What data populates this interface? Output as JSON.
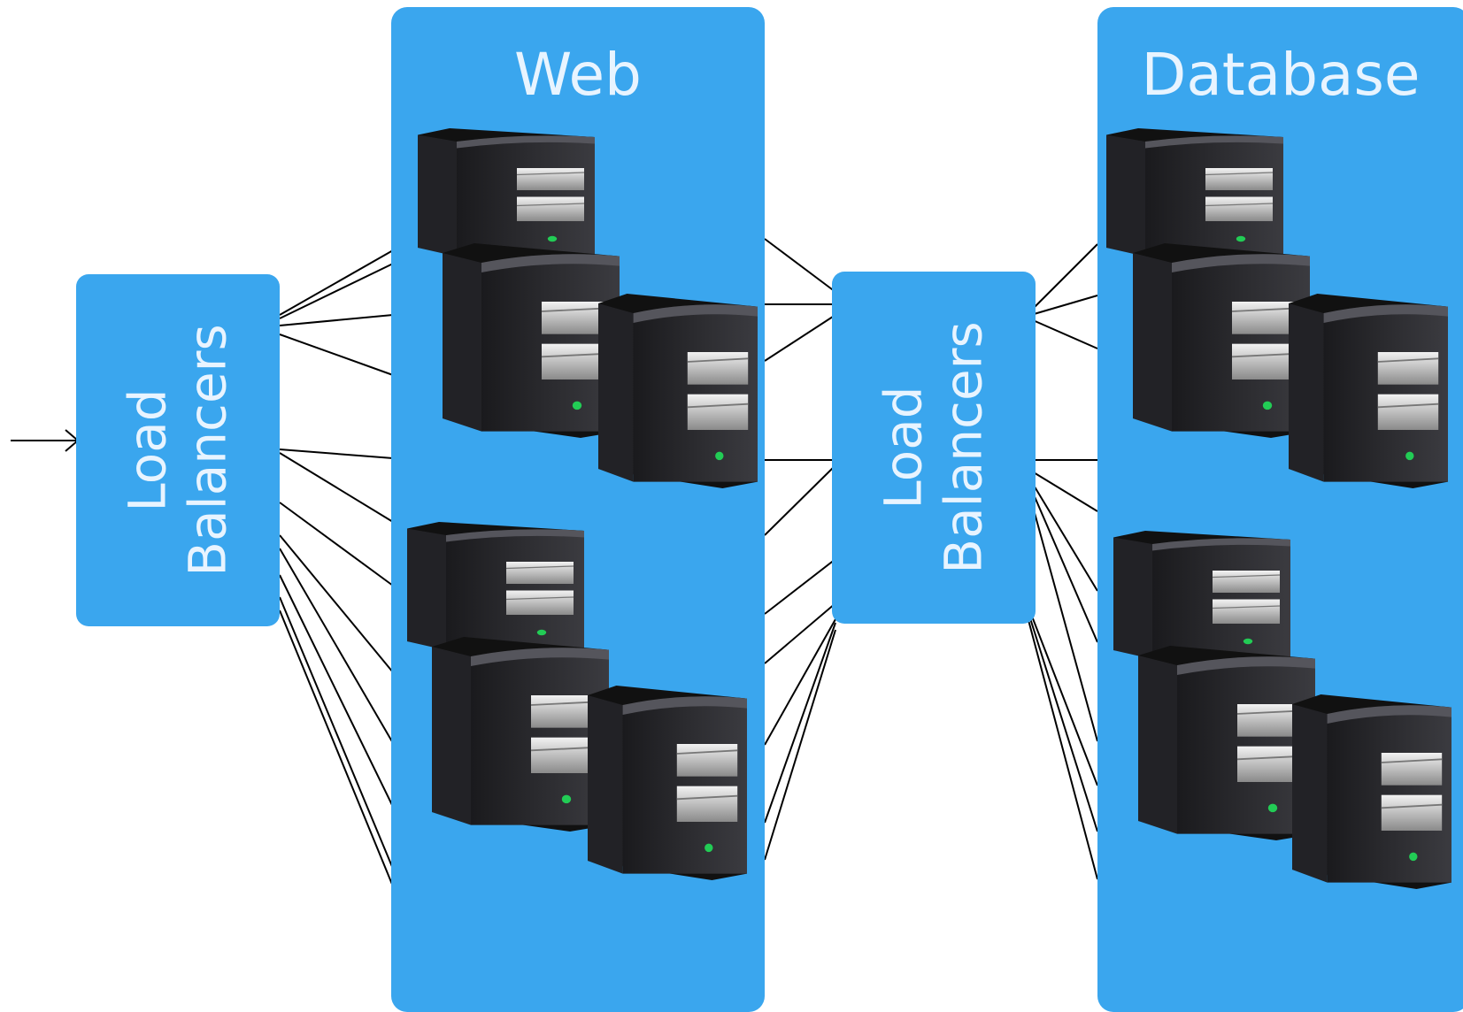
{
  "colors": {
    "panel": "#3aa6ee",
    "wire": "#000000",
    "server_body": "#2b2b2f",
    "server_light": "#22cc55"
  },
  "tiers": {
    "web": {
      "title": "Web"
    },
    "database": {
      "title": "Database"
    }
  },
  "load_balancers": {
    "front": {
      "line1": "Load",
      "line2": "Balancers"
    },
    "back": {
      "line1": "Load",
      "line2": "Balancers"
    }
  },
  "icons": {
    "server": "server-tower-icon",
    "arrow": "arrow-right-icon"
  }
}
